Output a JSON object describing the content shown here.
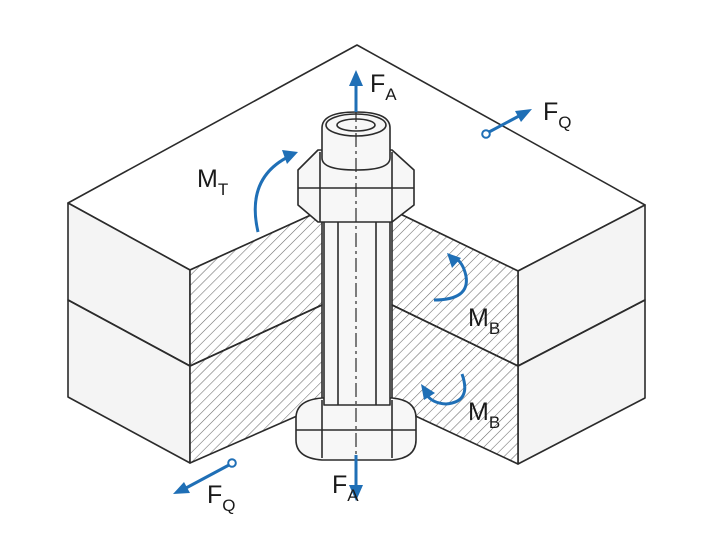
{
  "accent_color": "#1f6fb6",
  "labels": {
    "fa_top": {
      "main": "F",
      "sub": "A"
    },
    "fa_bottom": {
      "main": "F",
      "sub": "A"
    },
    "fq_top": {
      "main": "F",
      "sub": "Q"
    },
    "fq_bottom": {
      "main": "F",
      "sub": "Q"
    },
    "mt": {
      "main": "M",
      "sub": "T"
    },
    "mb_upper": {
      "main": "M",
      "sub": "B"
    },
    "mb_lower": {
      "main": "M",
      "sub": "B"
    }
  }
}
